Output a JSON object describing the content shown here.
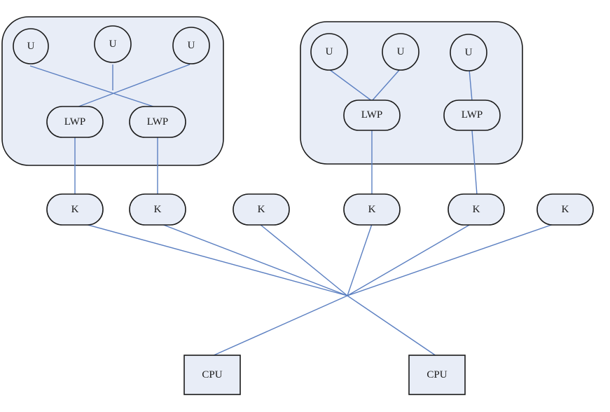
{
  "diagram": {
    "labels": {
      "user_thread": "U",
      "lwp": "LWP",
      "kernel_thread": "K",
      "cpu": "CPU"
    },
    "processes": [
      {
        "user_threads": [
          "U",
          "U",
          "U"
        ],
        "lwps": [
          "LWP",
          "LWP"
        ]
      },
      {
        "user_threads": [
          "U",
          "U",
          "U"
        ],
        "lwps": [
          "LWP",
          "LWP"
        ]
      }
    ],
    "kernel_threads": [
      "K",
      "K",
      "K",
      "K",
      "K",
      "K"
    ],
    "cpus": [
      "CPU",
      "CPU"
    ],
    "colors": {
      "process_fill": "#e8edf7",
      "node_fill": "#e8edf7",
      "outline": "#1a1a1a",
      "connector": "#5b7fc1"
    }
  }
}
